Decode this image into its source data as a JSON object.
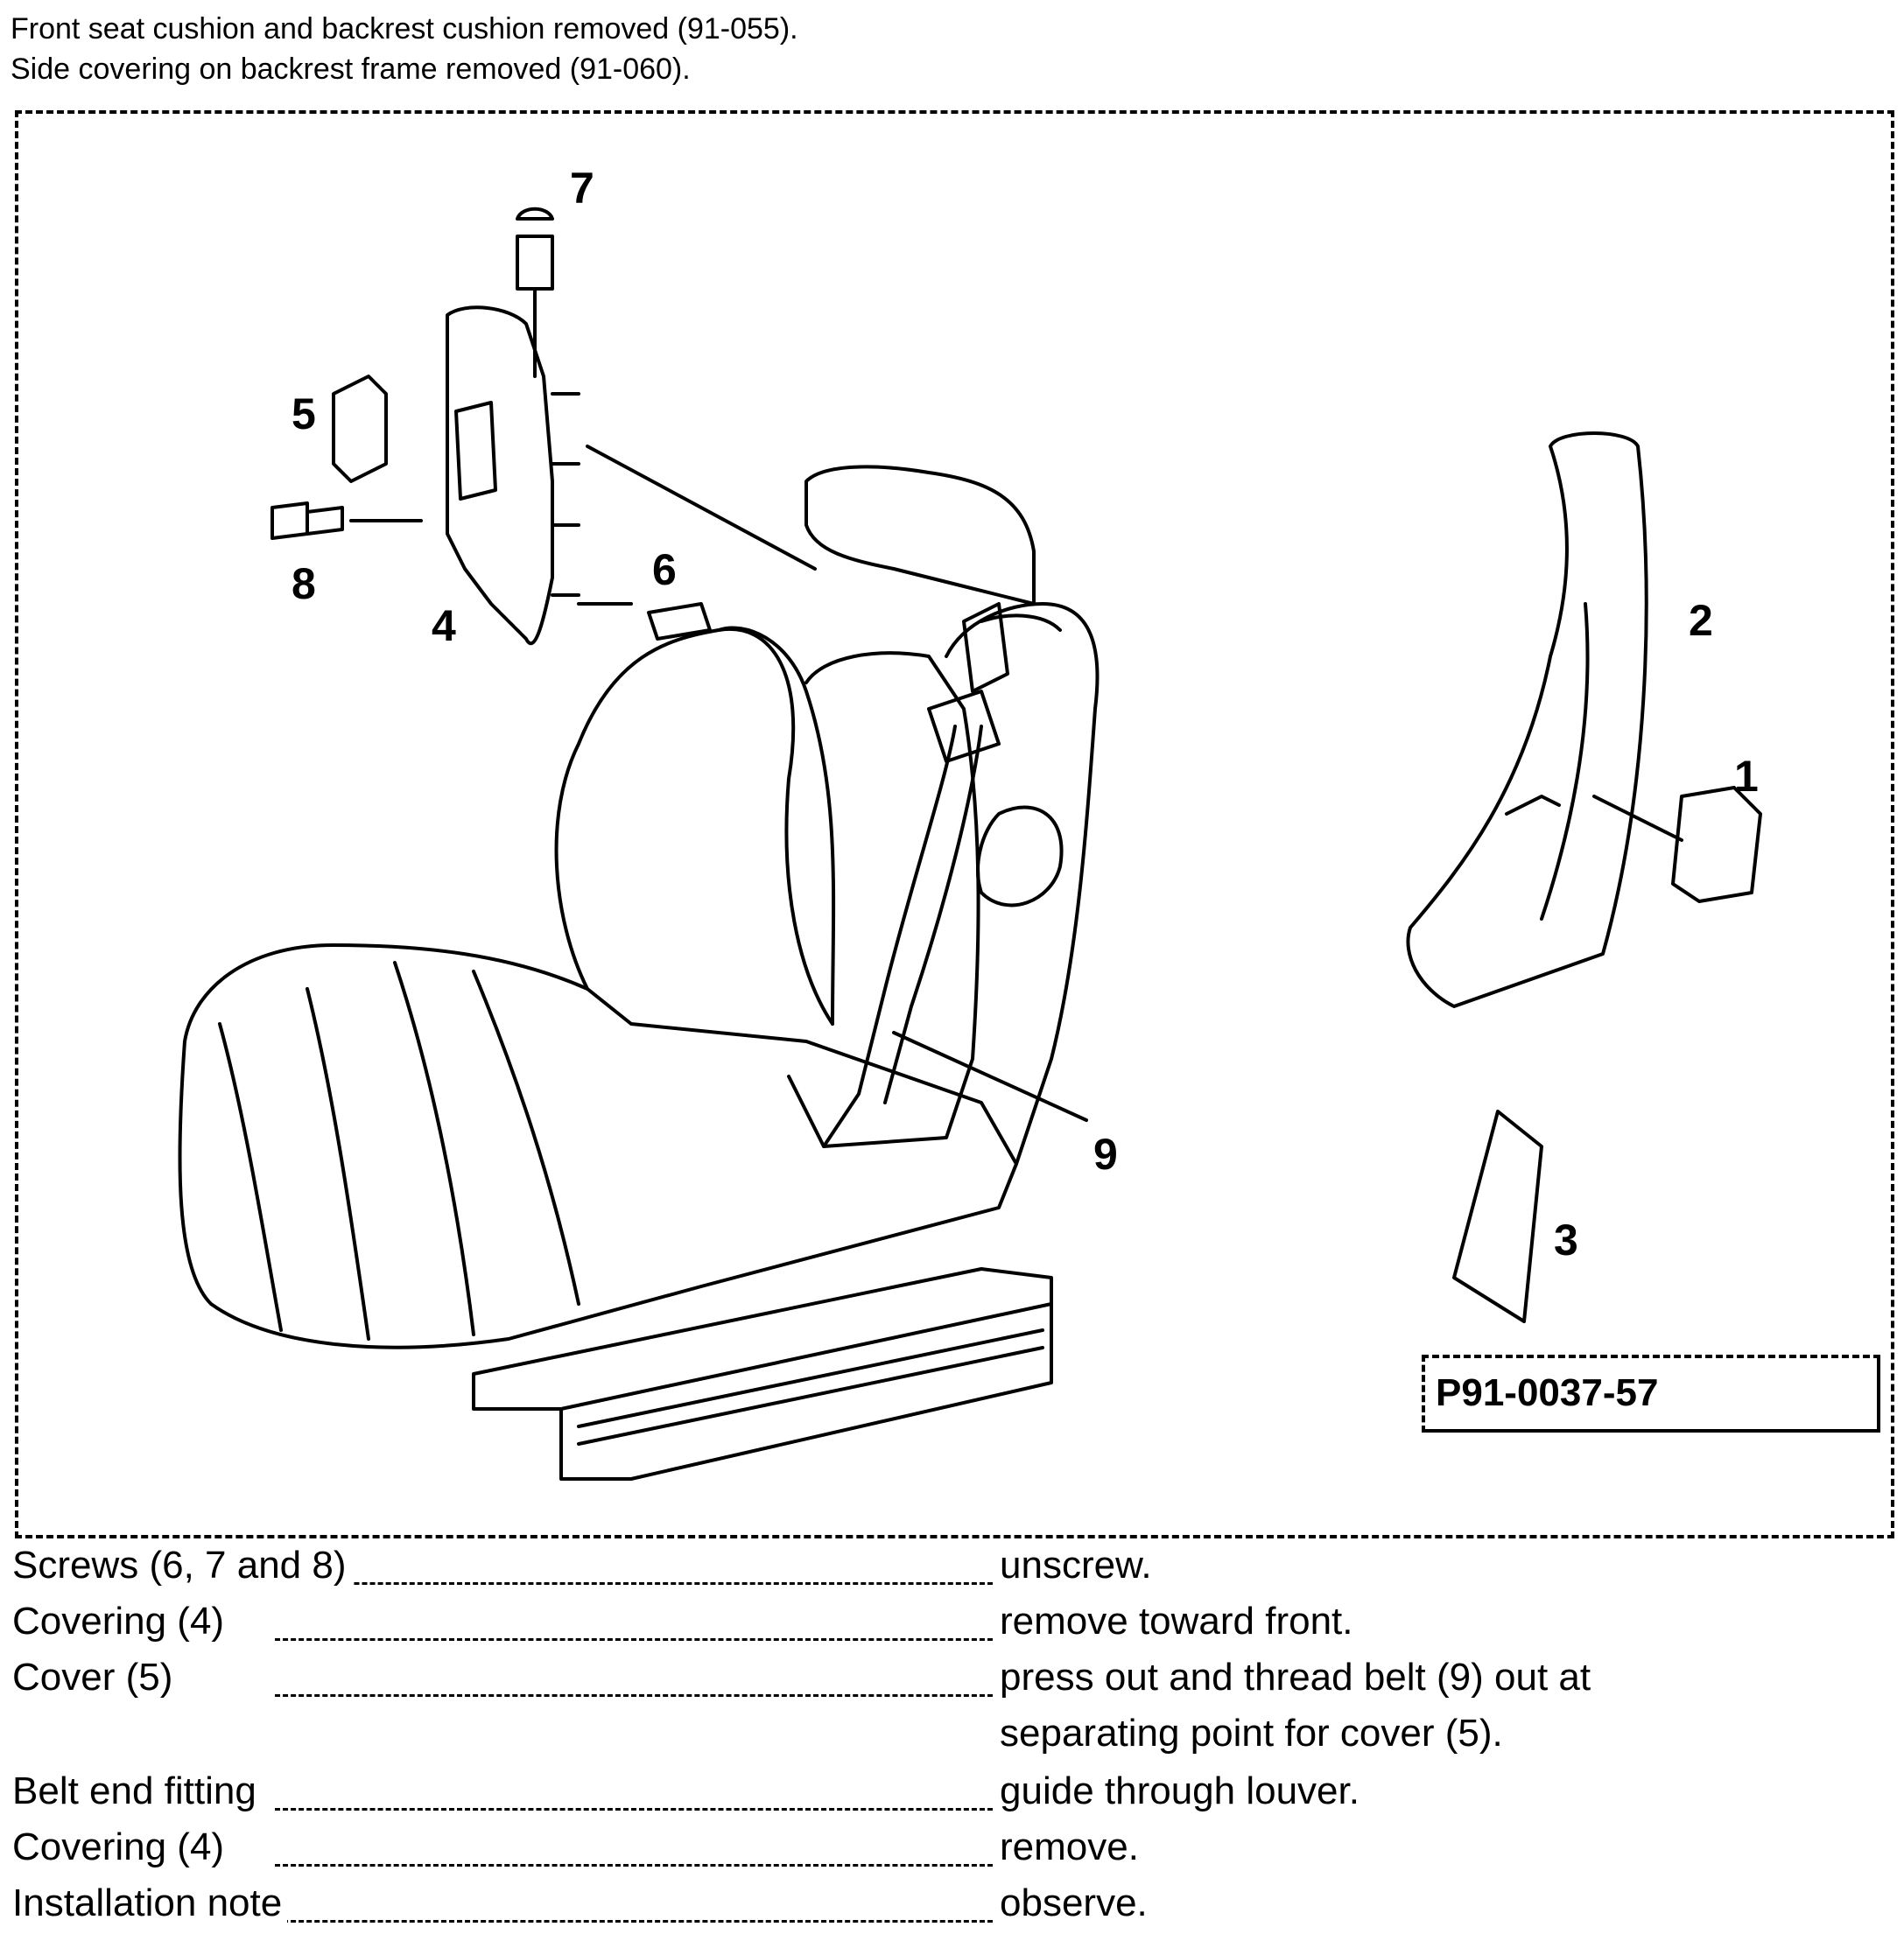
{
  "header": {
    "line1": "Front seat cushion and backrest cushion removed (91-055).",
    "line2": "Side covering on backrest frame removed (91-060)."
  },
  "figure": {
    "id": "P91-0037-57",
    "callouts": [
      "1",
      "2",
      "3",
      "4",
      "5",
      "6",
      "7",
      "8",
      "9"
    ]
  },
  "steps": [
    {
      "label": "Screws (6, 7 and 8)",
      "action": "unscrew."
    },
    {
      "label": "Covering (4)",
      "action": "remove toward front."
    },
    {
      "label": "Cover (5)",
      "action": "press out and thread belt (9) out at"
    },
    {
      "label": "",
      "action": "separating point for cover (5)."
    },
    {
      "label": "Belt end fitting",
      "action": "guide through louver."
    },
    {
      "label": "Covering (4)",
      "action": "remove."
    },
    {
      "label": "Installation note",
      "action": "observe."
    }
  ]
}
